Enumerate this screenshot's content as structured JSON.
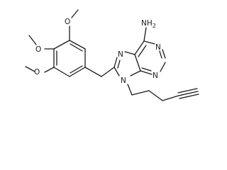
{
  "molecule": {
    "labels": {
      "amine": "NH2",
      "n7": "N",
      "n1": "N",
      "n3": "N",
      "n9": "N",
      "o_top": "O",
      "o_mid": "O",
      "o_bot": "O",
      "methyl_top": "",
      "methyl_mid": "",
      "methyl_bot": ""
    }
  }
}
